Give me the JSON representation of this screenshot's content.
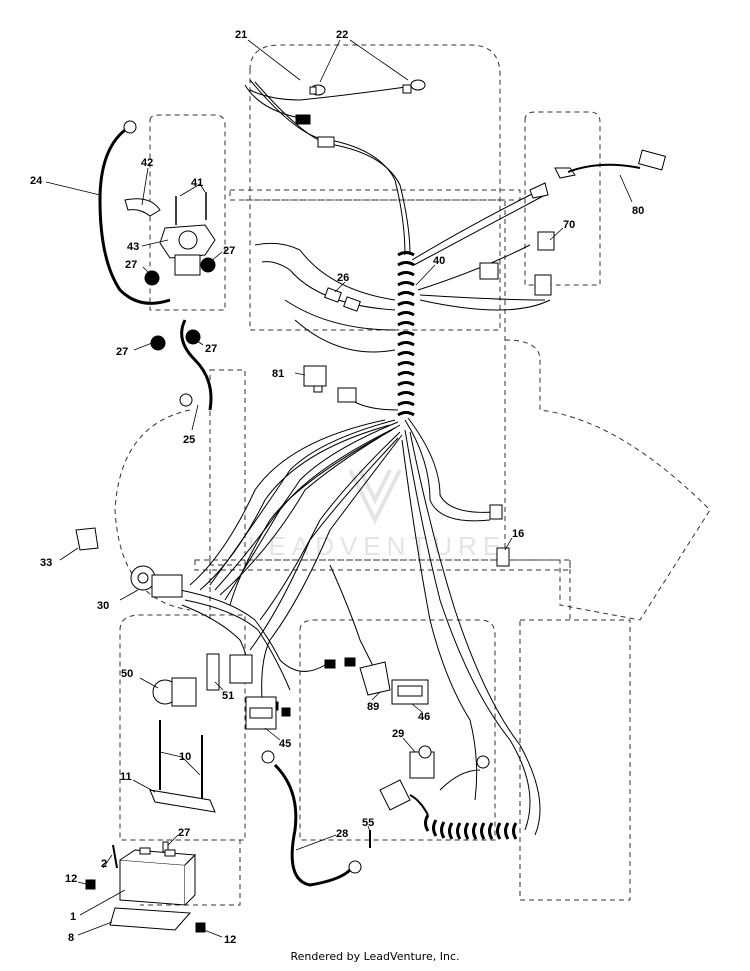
{
  "watermark": "LEADVENTURE",
  "footer": "Rendered by LeadVenture, Inc.",
  "callouts": {
    "p1": "1",
    "p2": "2",
    "p8": "8",
    "p10": "10",
    "p11": "11",
    "p12a": "12",
    "p12b": "12",
    "p16": "16",
    "p21": "21",
    "p22": "22",
    "p24": "24",
    "p25": "25",
    "p26": "26",
    "p27a": "27",
    "p27b": "27",
    "p27c": "27",
    "p27d": "27",
    "p27e": "27",
    "p28": "28",
    "p29": "29",
    "p30": "30",
    "p33": "33",
    "p40": "40",
    "p41": "41",
    "p42": "42",
    "p43": "43",
    "p45": "45",
    "p46": "46",
    "p50": "50",
    "p51": "51",
    "p55": "55",
    "p70": "70",
    "p80": "80",
    "p81": "81",
    "p89": "89"
  }
}
